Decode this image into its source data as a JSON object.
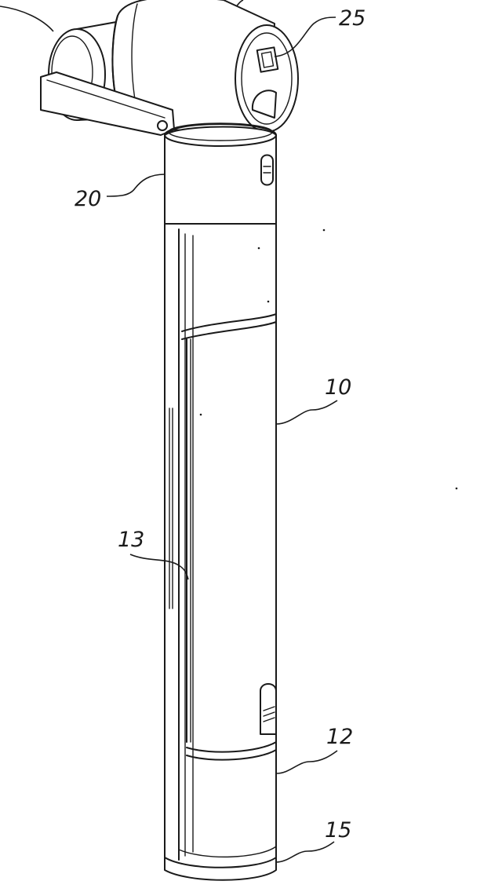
{
  "labels": {
    "ref_25": "25",
    "ref_20": "20",
    "ref_10": "10",
    "ref_13": "13",
    "ref_12": "12",
    "ref_15": "15"
  }
}
